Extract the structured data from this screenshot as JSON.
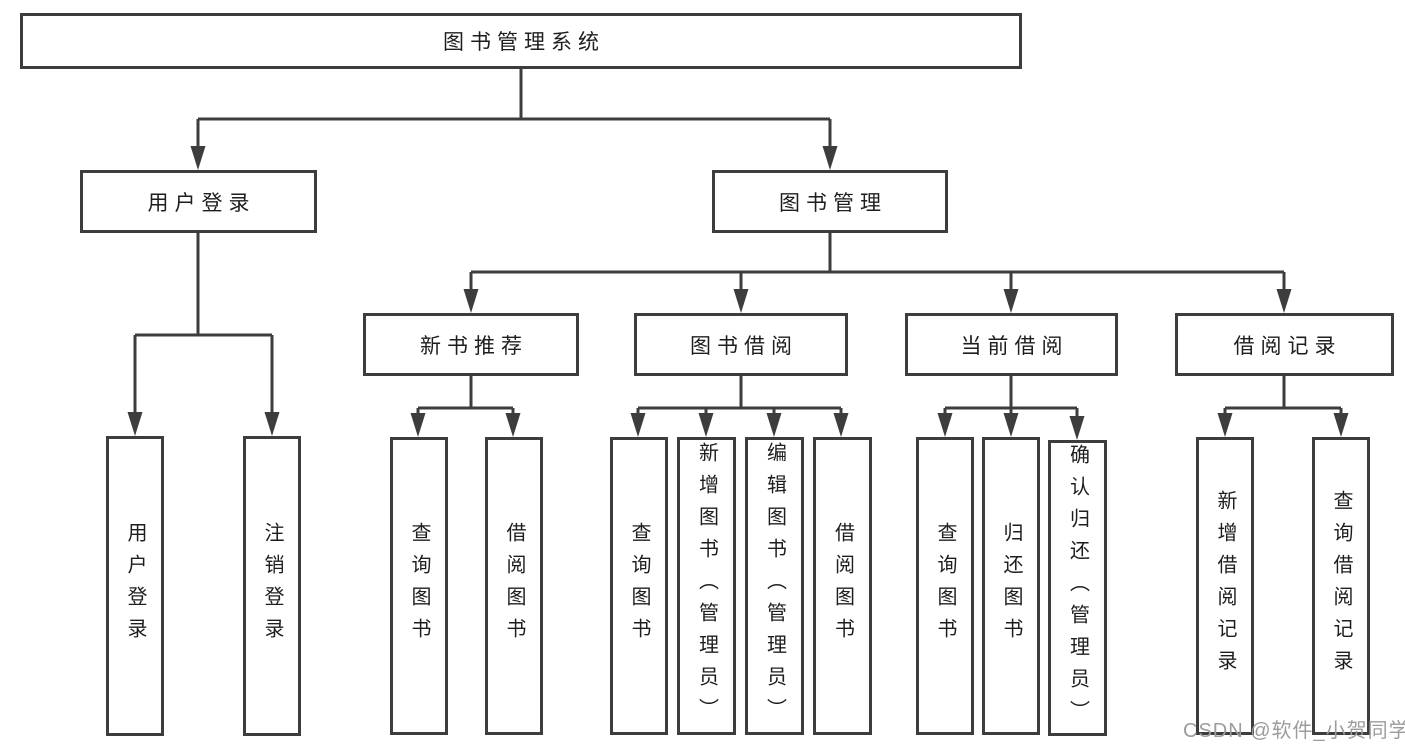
{
  "colors": {
    "line": "#3d3d3d",
    "box_border": "#3d3d3d",
    "box_fill": "#ffffff",
    "text": "#1e1e1e",
    "watermark": "#9c9c9c",
    "background": "#ffffff"
  },
  "watermark": "CSDN @软件_小贺同学",
  "tree": {
    "label": "图书管理系统",
    "children": [
      {
        "label": "用户登录",
        "children": [
          {
            "label": "用户登录"
          },
          {
            "label": "注销登录"
          }
        ]
      },
      {
        "label": "图书管理",
        "children": [
          {
            "label": "新书推荐",
            "children": [
              {
                "label": "查询图书"
              },
              {
                "label": "借阅图书"
              }
            ]
          },
          {
            "label": "图书借阅",
            "children": [
              {
                "label": "查询图书"
              },
              {
                "label": "新增图书（管理员）"
              },
              {
                "label": "编辑图书（管理员）"
              },
              {
                "label": "借阅图书"
              }
            ]
          },
          {
            "label": "当前借阅",
            "children": [
              {
                "label": "查询图书"
              },
              {
                "label": "归还图书"
              },
              {
                "label": "确认归还（管理员）"
              }
            ]
          },
          {
            "label": "借阅记录",
            "children": [
              {
                "label": "新增借阅记录"
              },
              {
                "label": "查询借阅记录"
              }
            ]
          }
        ]
      }
    ]
  }
}
